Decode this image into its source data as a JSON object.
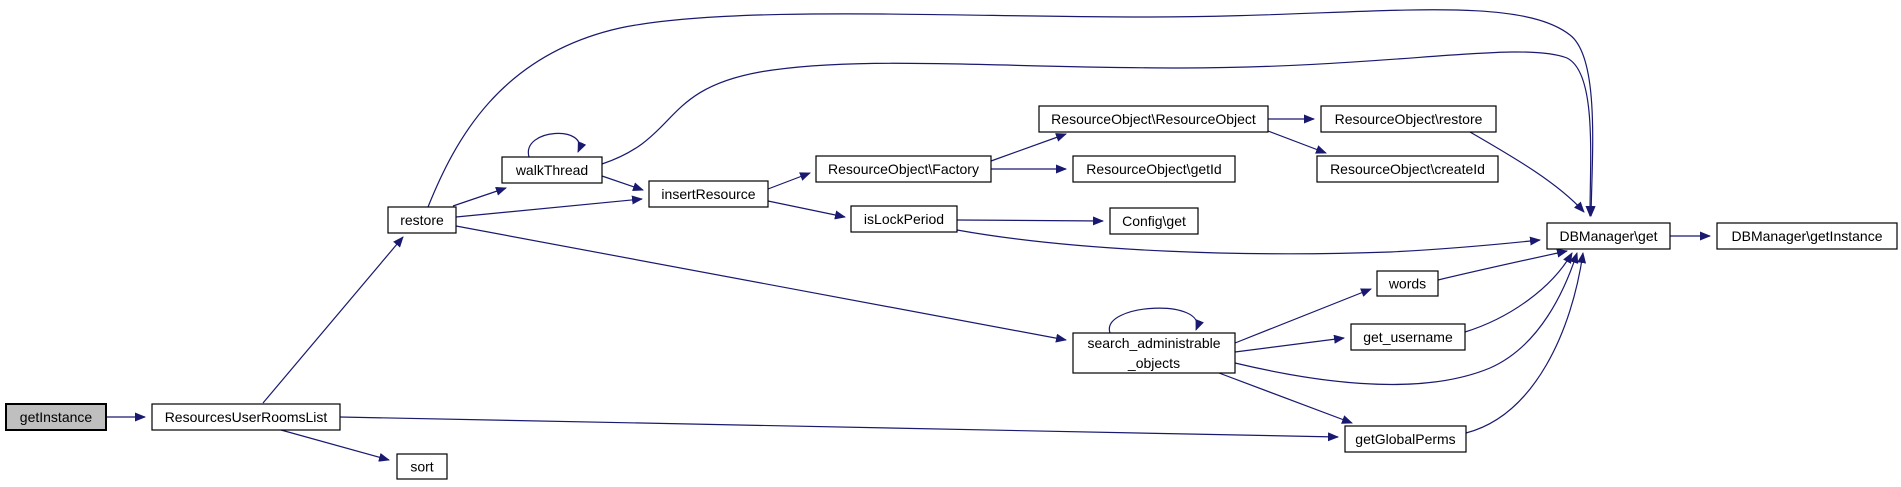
{
  "diagram": {
    "type": "call-graph",
    "background_color": "#ffffff",
    "edge_color": "#191970",
    "node_fill": "#ffffff",
    "node_border_color": "#000000",
    "emphasized_node_fill": "#bfbfbf",
    "text_color": "#000000",
    "nodes": [
      {
        "id": "getInstance",
        "label": "getInstance",
        "emphasized": true
      },
      {
        "id": "ResourcesUserRoomsList",
        "label": "ResourcesUserRoomsList"
      },
      {
        "id": "sort",
        "label": "sort"
      },
      {
        "id": "restore",
        "label": "restore"
      },
      {
        "id": "walkThread",
        "label": "walkThread"
      },
      {
        "id": "insertResource",
        "label": "insertResource"
      },
      {
        "id": "ResourceObjectFactory",
        "label": "ResourceObject\\Factory"
      },
      {
        "id": "ResourceObjectResourceObject",
        "label": "ResourceObject\\ResourceObject"
      },
      {
        "id": "ResourceObjectGetId",
        "label": "ResourceObject\\getId"
      },
      {
        "id": "ResourceObjectRestore",
        "label": "ResourceObject\\restore"
      },
      {
        "id": "ResourceObjectCreateId",
        "label": "ResourceObject\\createId"
      },
      {
        "id": "isLockPeriod",
        "label": "isLockPeriod"
      },
      {
        "id": "ConfigGet",
        "label": "Config\\get"
      },
      {
        "id": "searchAdministrableObjects",
        "label": "search_administrable_objects",
        "label_lines": [
          "search_administrable",
          "_objects"
        ]
      },
      {
        "id": "words",
        "label": "words"
      },
      {
        "id": "getUsername",
        "label": "get_username"
      },
      {
        "id": "getGlobalPerms",
        "label": "getGlobalPerms"
      },
      {
        "id": "DBManagerGet",
        "label": "DBManager\\get"
      },
      {
        "id": "DBManagerGetInstance",
        "label": "DBManager\\getInstance"
      }
    ],
    "edges": [
      {
        "from": "getInstance",
        "to": "ResourcesUserRoomsList"
      },
      {
        "from": "ResourcesUserRoomsList",
        "to": "restore"
      },
      {
        "from": "ResourcesUserRoomsList",
        "to": "sort"
      },
      {
        "from": "ResourcesUserRoomsList",
        "to": "getGlobalPerms"
      },
      {
        "from": "restore",
        "to": "walkThread"
      },
      {
        "from": "restore",
        "to": "insertResource"
      },
      {
        "from": "restore",
        "to": "searchAdministrableObjects"
      },
      {
        "from": "restore",
        "to": "DBManagerGet"
      },
      {
        "from": "walkThread",
        "to": "walkThread"
      },
      {
        "from": "walkThread",
        "to": "insertResource"
      },
      {
        "from": "walkThread",
        "to": "DBManagerGet"
      },
      {
        "from": "insertResource",
        "to": "ResourceObjectFactory"
      },
      {
        "from": "insertResource",
        "to": "isLockPeriod"
      },
      {
        "from": "ResourceObjectFactory",
        "to": "ResourceObjectResourceObject"
      },
      {
        "from": "ResourceObjectFactory",
        "to": "ResourceObjectGetId"
      },
      {
        "from": "ResourceObjectResourceObject",
        "to": "ResourceObjectRestore"
      },
      {
        "from": "ResourceObjectResourceObject",
        "to": "ResourceObjectCreateId"
      },
      {
        "from": "ResourceObjectRestore",
        "to": "DBManagerGet"
      },
      {
        "from": "isLockPeriod",
        "to": "ConfigGet"
      },
      {
        "from": "isLockPeriod",
        "to": "DBManagerGet"
      },
      {
        "from": "searchAdministrableObjects",
        "to": "searchAdministrableObjects"
      },
      {
        "from": "searchAdministrableObjects",
        "to": "words"
      },
      {
        "from": "searchAdministrableObjects",
        "to": "getUsername"
      },
      {
        "from": "searchAdministrableObjects",
        "to": "getGlobalPerms"
      },
      {
        "from": "searchAdministrableObjects",
        "to": "DBManagerGet"
      },
      {
        "from": "words",
        "to": "DBManagerGet"
      },
      {
        "from": "getUsername",
        "to": "DBManagerGet"
      },
      {
        "from": "getGlobalPerms",
        "to": "DBManagerGet"
      },
      {
        "from": "DBManagerGet",
        "to": "DBManagerGetInstance"
      }
    ]
  }
}
